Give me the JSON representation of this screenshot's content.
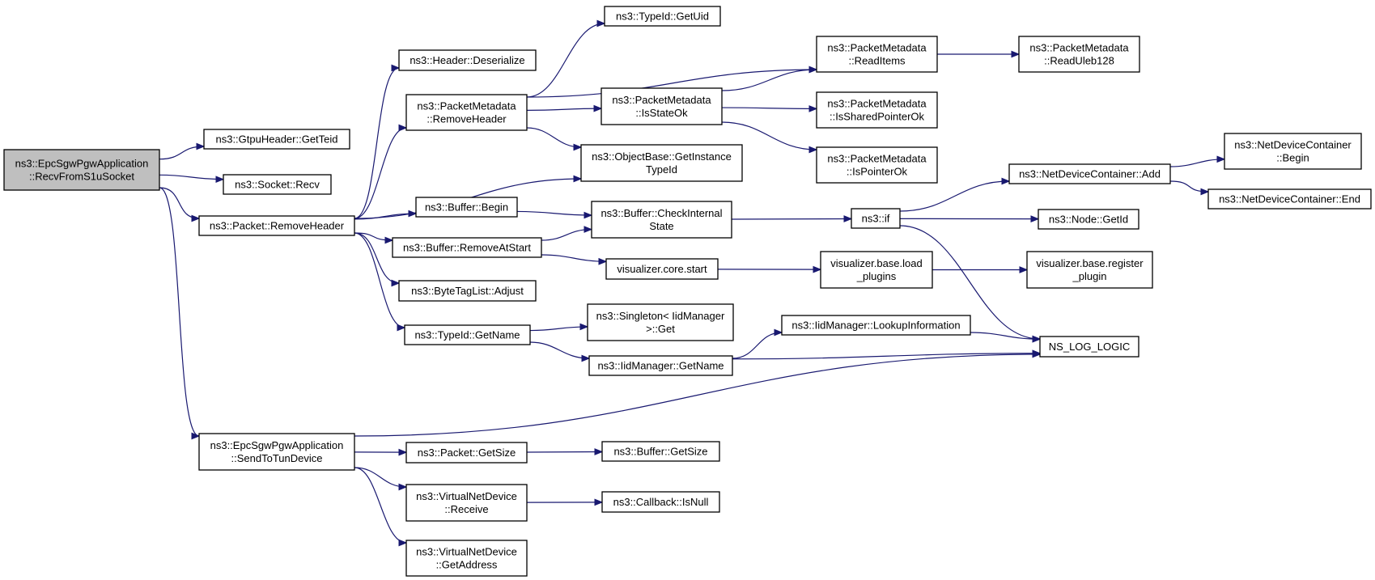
{
  "graph": {
    "colors": {
      "edge": "#191970",
      "root_fill": "#bfbfbf",
      "node_fill": "#ffffff",
      "node_border": "#000000"
    },
    "nodes": [
      {
        "id": "root",
        "lines": [
          "ns3::EpcSgwPgwApplication",
          "::RecvFromS1uSocket"
        ],
        "root": true
      },
      {
        "id": "gtpu",
        "lines": [
          "ns3::GtpuHeader::GetTeid"
        ]
      },
      {
        "id": "sockrecv",
        "lines": [
          "ns3::Socket::Recv"
        ]
      },
      {
        "id": "pktremove",
        "lines": [
          "ns3::Packet::RemoveHeader"
        ]
      },
      {
        "id": "sendtun",
        "lines": [
          "ns3::EpcSgwPgwApplication",
          "::SendToTunDevice"
        ]
      },
      {
        "id": "hdrdeser",
        "lines": [
          "ns3::Header::Deserialize"
        ]
      },
      {
        "id": "pmremove",
        "lines": [
          "ns3::PacketMetadata",
          "::RemoveHeader"
        ]
      },
      {
        "id": "bufbegin",
        "lines": [
          "ns3::Buffer::Begin"
        ]
      },
      {
        "id": "bufremove",
        "lines": [
          "ns3::Buffer::RemoveAtStart"
        ]
      },
      {
        "id": "btladjust",
        "lines": [
          "ns3::ByteTagList::Adjust"
        ]
      },
      {
        "id": "tidname",
        "lines": [
          "ns3::TypeId::GetName"
        ]
      },
      {
        "id": "pktsize",
        "lines": [
          "ns3::Packet::GetSize"
        ]
      },
      {
        "id": "vndrecv",
        "lines": [
          "ns3::VirtualNetDevice",
          "::Receive"
        ]
      },
      {
        "id": "vndaddr",
        "lines": [
          "ns3::VirtualNetDevice",
          "::GetAddress"
        ]
      },
      {
        "id": "tiduid",
        "lines": [
          "ns3::TypeId::GetUid"
        ]
      },
      {
        "id": "pmstate",
        "lines": [
          "ns3::PacketMetadata",
          "::IsStateOk"
        ]
      },
      {
        "id": "obgetinst",
        "lines": [
          "ns3::ObjectBase::GetInstance",
          "TypeId"
        ]
      },
      {
        "id": "bufcheck",
        "lines": [
          "ns3::Buffer::CheckInternal",
          "State"
        ]
      },
      {
        "id": "vizstart",
        "lines": [
          "visualizer.core.start"
        ]
      },
      {
        "id": "singleton",
        "lines": [
          "ns3::Singleton< IidManager",
          ">::Get"
        ]
      },
      {
        "id": "iidname",
        "lines": [
          "ns3::IidManager::GetName"
        ]
      },
      {
        "id": "bufsize",
        "lines": [
          "ns3::Buffer::GetSize"
        ]
      },
      {
        "id": "cbnull",
        "lines": [
          "ns3::Callback::IsNull"
        ]
      },
      {
        "id": "pmread",
        "lines": [
          "ns3::PacketMetadata",
          "::ReadItems"
        ]
      },
      {
        "id": "pmshared",
        "lines": [
          "ns3::PacketMetadata",
          "::IsSharedPointerOk"
        ]
      },
      {
        "id": "pmptr",
        "lines": [
          "ns3::PacketMetadata",
          "::IsPointerOk"
        ]
      },
      {
        "id": "nsif",
        "lines": [
          "ns3::if"
        ]
      },
      {
        "id": "vizload",
        "lines": [
          "visualizer.base.load",
          "_plugins"
        ]
      },
      {
        "id": "iidlookup",
        "lines": [
          "ns3::IidManager::LookupInformation"
        ]
      },
      {
        "id": "pmuleb",
        "lines": [
          "ns3::PacketMetadata",
          "::ReadUleb128"
        ]
      },
      {
        "id": "ndcadd",
        "lines": [
          "ns3::NetDeviceContainer::Add"
        ]
      },
      {
        "id": "nodeid",
        "lines": [
          "ns3::Node::GetId"
        ]
      },
      {
        "id": "nslog",
        "lines": [
          "NS_LOG_LOGIC"
        ]
      },
      {
        "id": "vizreg",
        "lines": [
          "visualizer.base.register",
          "_plugin"
        ]
      },
      {
        "id": "ndcbegin",
        "lines": [
          "ns3::NetDeviceContainer",
          "::Begin"
        ]
      },
      {
        "id": "ndcend",
        "lines": [
          "ns3::NetDeviceContainer::End"
        ]
      }
    ],
    "edges": [
      [
        "root",
        "gtpu"
      ],
      [
        "root",
        "sockrecv"
      ],
      [
        "root",
        "pktremove"
      ],
      [
        "root",
        "sendtun"
      ],
      [
        "pktremove",
        "hdrdeser"
      ],
      [
        "pktremove",
        "pmremove"
      ],
      [
        "pktremove",
        "obgetinst"
      ],
      [
        "pktremove",
        "bufbegin"
      ],
      [
        "pktremove",
        "bufremove"
      ],
      [
        "pktremove",
        "btladjust"
      ],
      [
        "pktremove",
        "tidname"
      ],
      [
        "pmremove",
        "tiduid"
      ],
      [
        "pmremove",
        "pmread"
      ],
      [
        "pmremove",
        "pmstate"
      ],
      [
        "pmremove",
        "obgetinst"
      ],
      [
        "pmstate",
        "pmread"
      ],
      [
        "pmstate",
        "pmshared"
      ],
      [
        "pmstate",
        "pmptr"
      ],
      [
        "pmread",
        "pmuleb"
      ],
      [
        "bufbegin",
        "bufcheck"
      ],
      [
        "bufremove",
        "bufcheck"
      ],
      [
        "bufremove",
        "vizstart"
      ],
      [
        "bufcheck",
        "nsif"
      ],
      [
        "nsif",
        "ndcadd"
      ],
      [
        "nsif",
        "nodeid"
      ],
      [
        "nsif",
        "nslog"
      ],
      [
        "ndcadd",
        "ndcbegin"
      ],
      [
        "ndcadd",
        "ndcend"
      ],
      [
        "vizstart",
        "vizload"
      ],
      [
        "vizload",
        "vizreg"
      ],
      [
        "tidname",
        "singleton"
      ],
      [
        "tidname",
        "iidname"
      ],
      [
        "iidname",
        "iidlookup"
      ],
      [
        "iidname",
        "nslog"
      ],
      [
        "iidlookup",
        "nslog"
      ],
      [
        "sendtun",
        "nslog"
      ],
      [
        "sendtun",
        "pktsize"
      ],
      [
        "sendtun",
        "vndrecv"
      ],
      [
        "sendtun",
        "vndaddr"
      ],
      [
        "pktsize",
        "bufsize"
      ],
      [
        "vndrecv",
        "cbnull"
      ]
    ]
  }
}
